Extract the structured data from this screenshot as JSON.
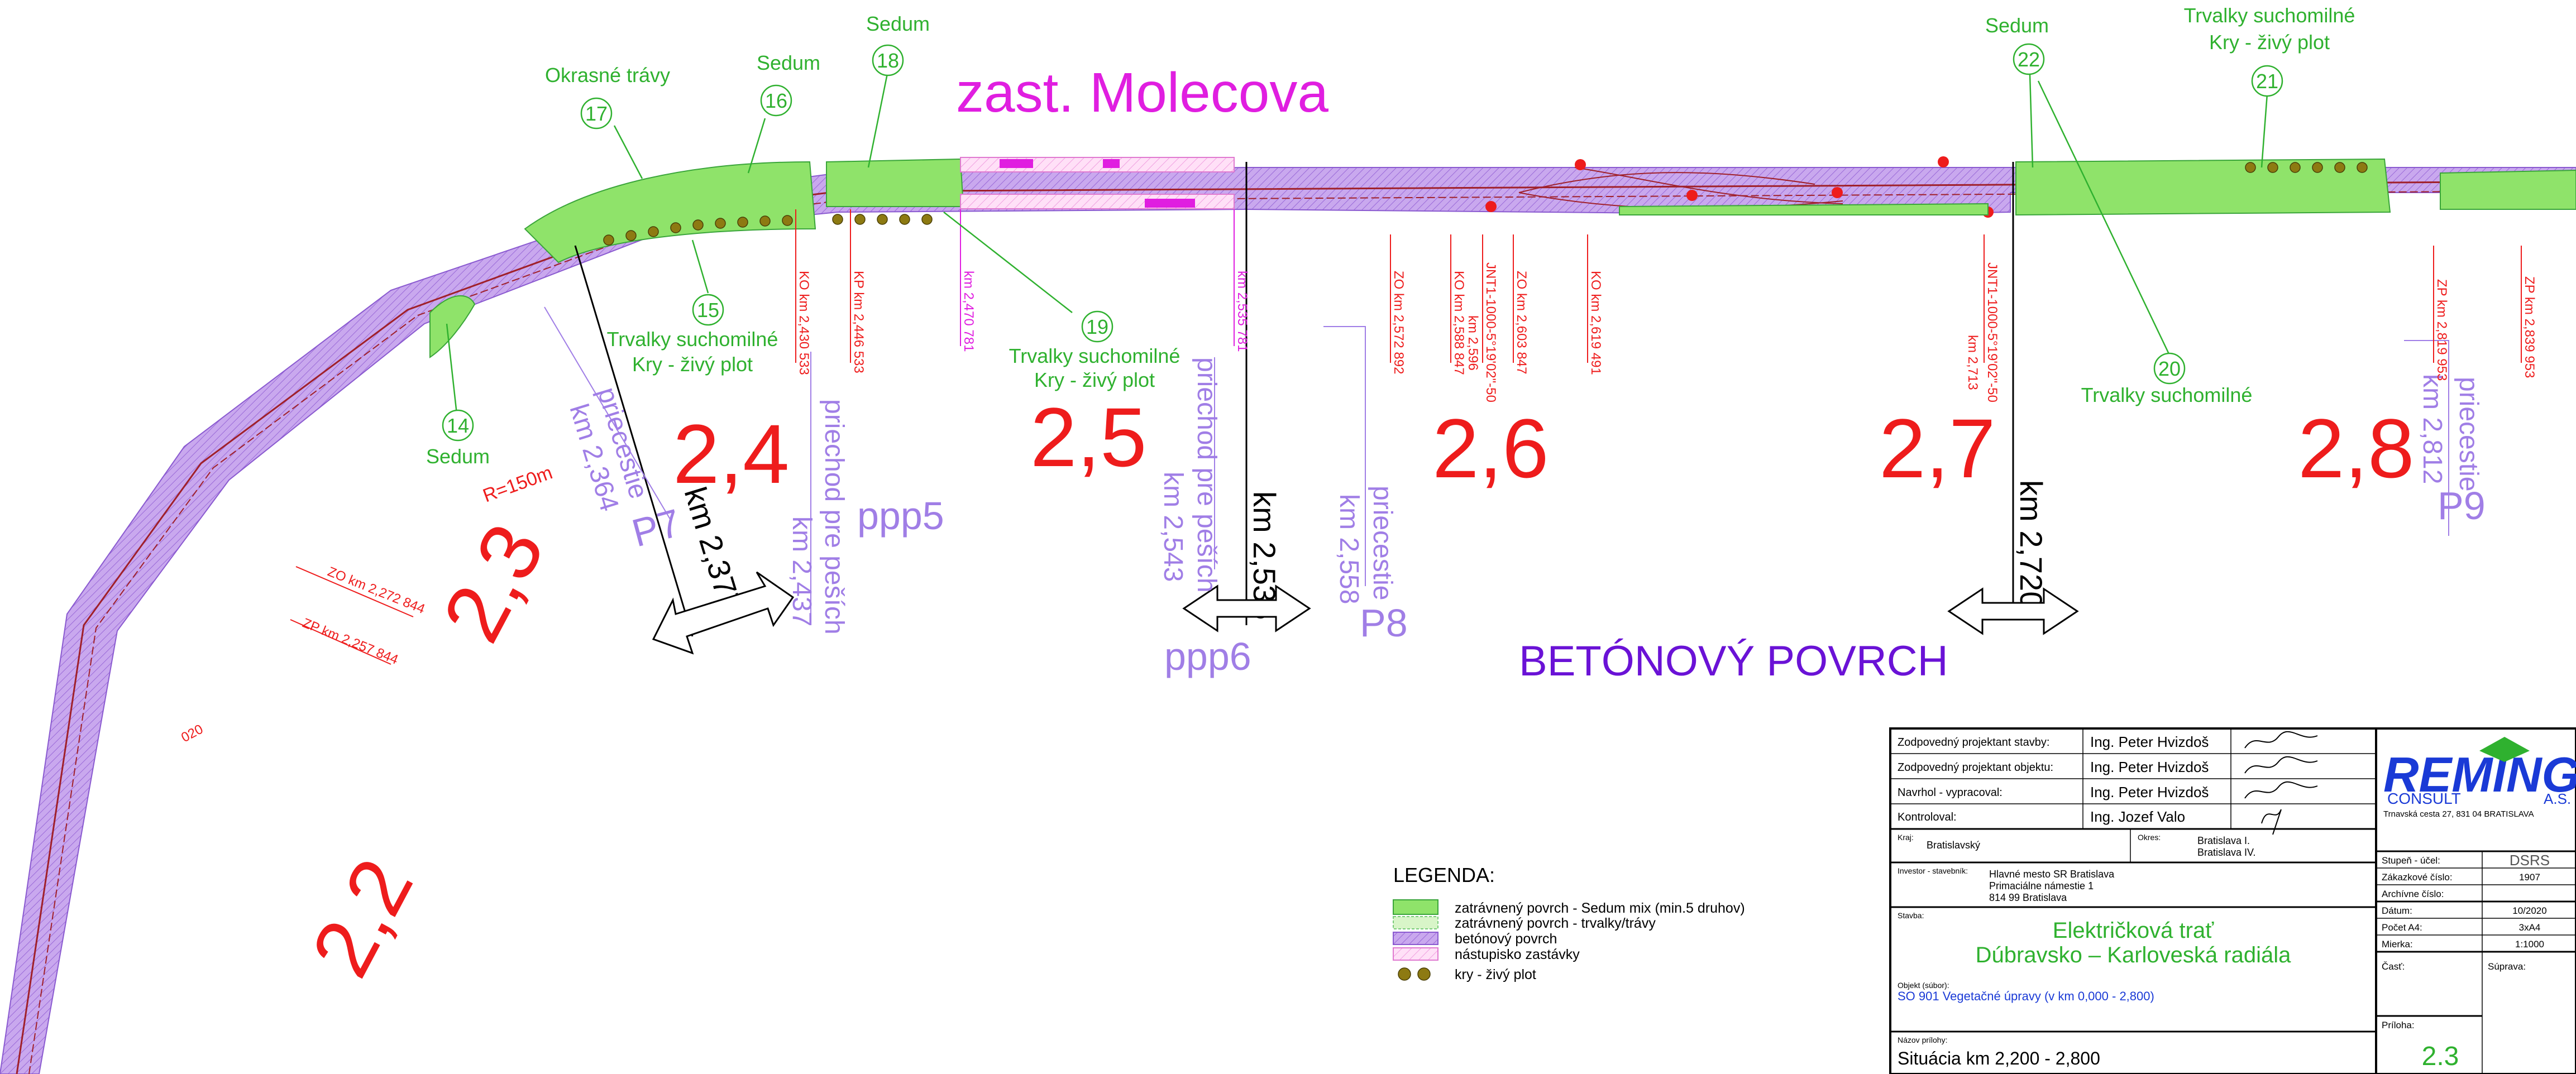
{
  "stop_name": "zast. Molecova",
  "surface_label": "BETÓNOVÝ POVRCH",
  "radius_label": "R=150m",
  "km_big": [
    "2,2",
    "2,3",
    "2,4",
    "2,5",
    "2,6",
    "2,7",
    "2,8"
  ],
  "km_markers": [
    {
      "label": "km 2,377"
    },
    {
      "label": "km 2,535"
    },
    {
      "label": "km 2,720"
    }
  ],
  "vegetation_callouts": [
    {
      "num": "14",
      "text": [
        "Sedum"
      ]
    },
    {
      "num": "15",
      "text": [
        "Trvalky suchomilné",
        "Kry - živý plot"
      ]
    },
    {
      "num": "16",
      "text": [
        "Sedum"
      ]
    },
    {
      "num": "17",
      "text": [
        "Okrasné trávy"
      ]
    },
    {
      "num": "18",
      "text": [
        "Sedum"
      ]
    },
    {
      "num": "19",
      "text": [
        "Trvalky suchomilné",
        "Kry - živý plot"
      ]
    },
    {
      "num": "20",
      "text": [
        "Trvalky suchomilné"
      ]
    },
    {
      "num": "21",
      "text": [
        "Trvalky suchomilné",
        "Kry - živý plot"
      ]
    },
    {
      "num": "22",
      "text": [
        "Sedum"
      ]
    }
  ],
  "crossings": [
    {
      "type": "priecestie",
      "km": "km 2,364",
      "code": "P7"
    },
    {
      "type": "priechod pre peších",
      "km": "km 2,437",
      "code": "ppp5"
    },
    {
      "type": "priechod pre peších",
      "km": "km 2,543",
      "code": "ppp6"
    },
    {
      "type": "priecestie",
      "km": "km 2,558",
      "code": "P8"
    },
    {
      "type": "priecestie",
      "km": "km 2,812",
      "code": "P9"
    }
  ],
  "small_labels": {
    "zo_2272": "ZO km 2,272 844",
    "zp_2257": "ZP km 2,257 844",
    "k_020": "020",
    "ko_2430": "KO km 2,430 533",
    "kp_2446": "KP km 2,446 533",
    "km_2470": "km 2,470 781",
    "km_2535": "km 2,535 781",
    "zo_2572": "ZO km 2,572 892",
    "ko_2588": "KO km 2,588 847",
    "jnt1_a": "JNT1-1000-5°19'02\"-50",
    "jnt1_a_km": "km 2,596",
    "zo_2603": "ZO km 2,603 847",
    "ko_2619": "KO km 2,619 491",
    "jnt1_b": "JNT1-1000-5°19'02\"-50",
    "jnt1_b_km": "km 2,713",
    "zp_2819": "ZP km 2,819 953",
    "zp_2839": "ZP km 2,839 953"
  },
  "legend": {
    "title": "LEGENDA:",
    "items": [
      {
        "label": "zatrávnený povrch - Sedum mix (min.5 druhov)",
        "color": "#8fe36a"
      },
      {
        "label": "zatrávnený povrch - trvalky/trávy",
        "color": "#d8f5c8"
      },
      {
        "label": "betónový povrch",
        "color": "#c9a8ee"
      },
      {
        "label": "nástupisko zastávky",
        "color": "#ffd2f5"
      },
      {
        "label": "kry - živý plot",
        "color": "#8d7a12"
      }
    ]
  },
  "title_block": {
    "responsibles": [
      {
        "role": "Zodpovedný projektant stavby:",
        "name": "Ing. Peter Hvizdoš"
      },
      {
        "role": "Zodpovedný projektant objektu:",
        "name": "Ing. Peter Hvizdoš"
      },
      {
        "role": "Navrhol - vypracoval:",
        "name": "Ing. Peter Hvizdoš"
      },
      {
        "role": "Kontroloval:",
        "name": "Ing. Jozef Valo"
      }
    ],
    "kraj_label": "Kraj:",
    "kraj_value": "Bratislavský",
    "okres_label": "Okres:",
    "okres_values": [
      "Bratislava I.",
      "Bratislava IV."
    ],
    "investor_label": "Investor - stavebník:",
    "investor_lines": [
      "Hlavné mesto SR Bratislava",
      "Primaciálne námestie 1",
      "814 99 Bratislava"
    ],
    "stavba_label": "Stavba:",
    "stavba_lines": [
      "Električková trať",
      "Dúbravsko – Karloveská radiála"
    ],
    "objekt_label": "Objekt (súbor):",
    "objekt_value": "SO 901  Vegetačné úpravy (v km 0,000 - 2,800)",
    "priloha_name_label": "Názov prílohy:",
    "priloha_name": "Situácia km 2,200 - 2,800",
    "company_logo": "REMING",
    "company_sub": "CONSULT",
    "company_as": "A.S.",
    "company_address": "Trnavská cesta 27, 831 04 BRATISLAVA",
    "meta": [
      {
        "label": "Stupeň - účel:",
        "value": "DSRS"
      },
      {
        "label": "Zákazkové číslo:",
        "value": "1907"
      },
      {
        "label": "Archívne číslo:",
        "value": ""
      },
      {
        "label": "Dátum:",
        "value": "10/2020"
      },
      {
        "label": "Počet A4:",
        "value": "3xA4"
      },
      {
        "label": "Mierka:",
        "value": "1:1000"
      }
    ],
    "cast_label": "Časť:",
    "suprava_label": "Súprava:",
    "priloha_label": "Príloha:",
    "priloha_value": "2.3"
  },
  "colors": {
    "km_red": "#ee1c1c",
    "crossing_purple": "#a07ee6",
    "callout_green": "#2fb12f",
    "stop_magenta": "#e01ee0",
    "surface_violet": "#6a12d6",
    "concrete": "#c9a8ee",
    "grass": "#8fe36a",
    "track": "#a0202a"
  }
}
